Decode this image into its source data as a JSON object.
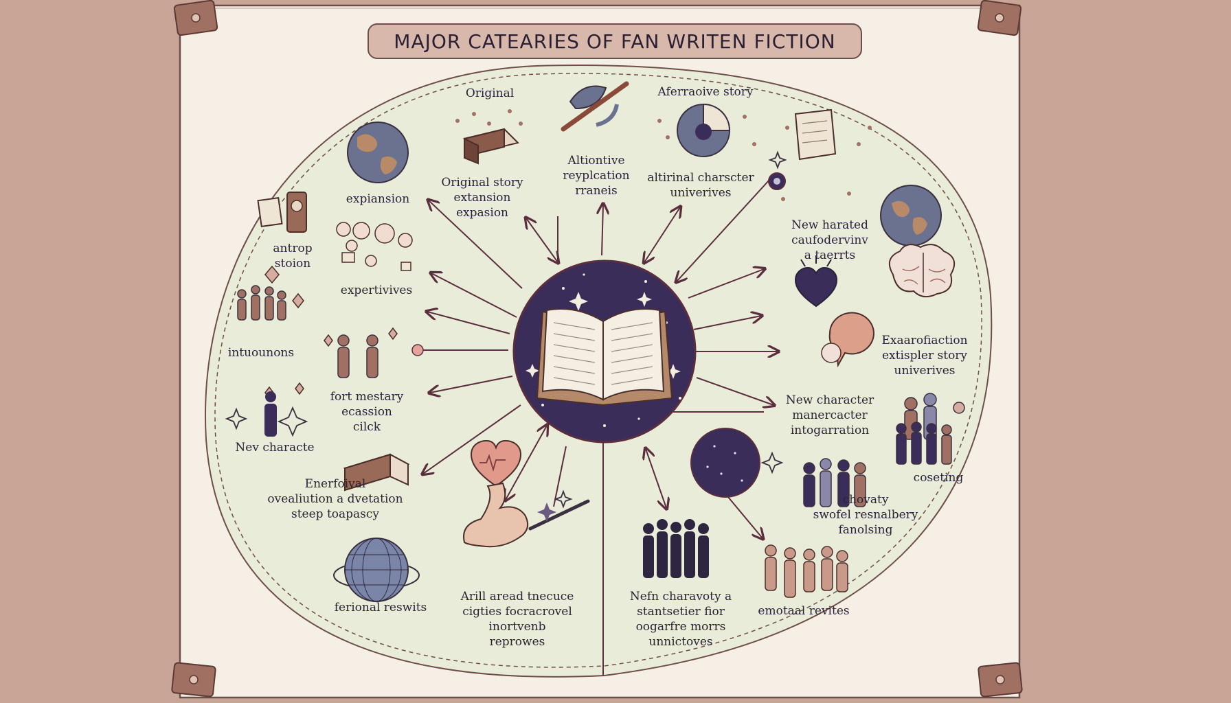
{
  "title": "MAJOR CATEARIES OF FAN WRITEN FICTION",
  "colors": {
    "background": "#c9a597",
    "paper": "#f5efe6",
    "oval": "#e9ecd9",
    "center": "#3b2d5a",
    "ink": "#5a2e3c",
    "accent": "#d99a8a"
  },
  "labels": [
    {
      "id": "original-top",
      "text": "Original"
    },
    {
      "id": "original-story-extension",
      "text": "Original story\nextansion\nexpasion"
    },
    {
      "id": "alternative-representation",
      "text": "Altiontive\nreyplcation\nrraneis"
    },
    {
      "id": "alternative-story",
      "text": "Aferraoive story"
    },
    {
      "id": "alternal-character-universes",
      "text": "altirinal charscter\nuniverives"
    },
    {
      "id": "expansion",
      "text": "expiansion"
    },
    {
      "id": "antrop-stoion",
      "text": "antrop\nstoion"
    },
    {
      "id": "expertives",
      "text": "expertivives"
    },
    {
      "id": "intuounons",
      "text": "intuounons"
    },
    {
      "id": "fort-mestary",
      "text": "fort mestary\necassion\ncilck"
    },
    {
      "id": "new-characte",
      "text": "Nev characte"
    },
    {
      "id": "enerfoival",
      "text": "Enerfoival\novealiution a dvetation\nsteep toapascy"
    },
    {
      "id": "ferional-reswits",
      "text": "ferional reswits"
    },
    {
      "id": "arill-areed",
      "text": "Arill aread tnecuce\ncigties focracrovel\ninortvenb\nreprowes"
    },
    {
      "id": "nefn-charavoty",
      "text": "Nefn charavoty a\nstantsetier fior\noogarfre morrs\nunnictoves"
    },
    {
      "id": "emotaal-revites",
      "text": "emotaal revites"
    },
    {
      "id": "new-harated",
      "text": "New harated\ncaufodervinv\na taerrts"
    },
    {
      "id": "exaarofiaction",
      "text": "Exaarofiaction\nextispler story\nuniverives"
    },
    {
      "id": "new-character-integration",
      "text": "New character\nmanercacter\nintogarration"
    },
    {
      "id": "coseting",
      "text": "coseting"
    },
    {
      "id": "chovaty",
      "text": "chovaty\nswofel resnalbery\nfanolsing"
    }
  ]
}
